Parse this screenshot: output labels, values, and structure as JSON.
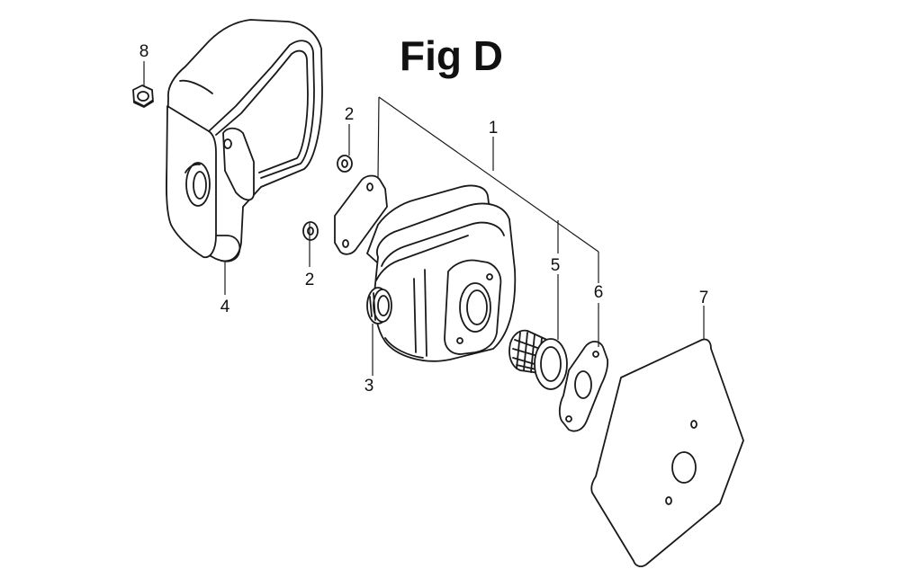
{
  "figure": {
    "title": "Fig D"
  },
  "callouts": {
    "c1": "1",
    "c2a": "2",
    "c2b": "2",
    "c3": "3",
    "c4": "4",
    "c5": "5",
    "c6": "6",
    "c7": "7",
    "c8": "8"
  }
}
